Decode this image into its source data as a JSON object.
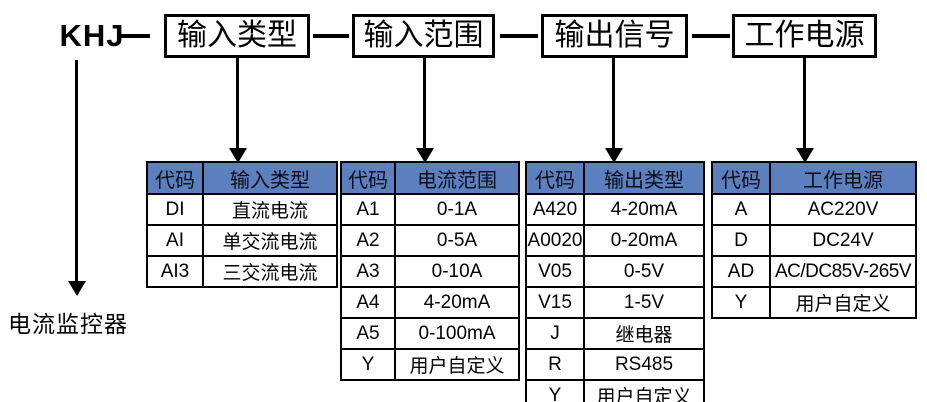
{
  "model": {
    "prefix": "KHJ",
    "separator": "—",
    "product_name": "电流监控器",
    "segments": [
      {
        "label": "输入类型"
      },
      {
        "label": "输入范围"
      },
      {
        "label": "输出信号"
      },
      {
        "label": "工作电源"
      }
    ]
  },
  "theme": {
    "header_blue": "#5b80bd",
    "line_color": "#000000",
    "background": "#ffffff"
  },
  "tables": [
    {
      "id": "input-type",
      "headers": [
        "代码",
        "输入类型"
      ],
      "rows": [
        [
          "DI",
          "直流电流"
        ],
        [
          "AI",
          "单交流电流"
        ],
        [
          "AI3",
          "三交流电流"
        ]
      ]
    },
    {
      "id": "current-range",
      "headers": [
        "代码",
        "电流范围"
      ],
      "rows": [
        [
          "A1",
          "0-1A"
        ],
        [
          "A2",
          "0-5A"
        ],
        [
          "A3",
          "0-10A"
        ],
        [
          "A4",
          "4-20mA"
        ],
        [
          "A5",
          "0-100mA"
        ],
        [
          "Y",
          "用户自定义"
        ]
      ]
    },
    {
      "id": "output-type",
      "headers": [
        "代码",
        "输出类型"
      ],
      "rows": [
        [
          "A420",
          "4-20mA"
        ],
        [
          "A0020",
          "0-20mA"
        ],
        [
          "V05",
          "0-5V"
        ],
        [
          "V15",
          "1-5V"
        ],
        [
          "J",
          "继电器"
        ],
        [
          "R",
          "RS485"
        ],
        [
          "Y",
          "用户自定义"
        ]
      ]
    },
    {
      "id": "power-supply",
      "headers": [
        "代码",
        "工作电源"
      ],
      "rows": [
        [
          "A",
          "AC220V"
        ],
        [
          "D",
          "DC24V"
        ],
        [
          "AD",
          "AC/DC85V-265V"
        ],
        [
          "Y",
          "用户自定义"
        ]
      ]
    }
  ]
}
